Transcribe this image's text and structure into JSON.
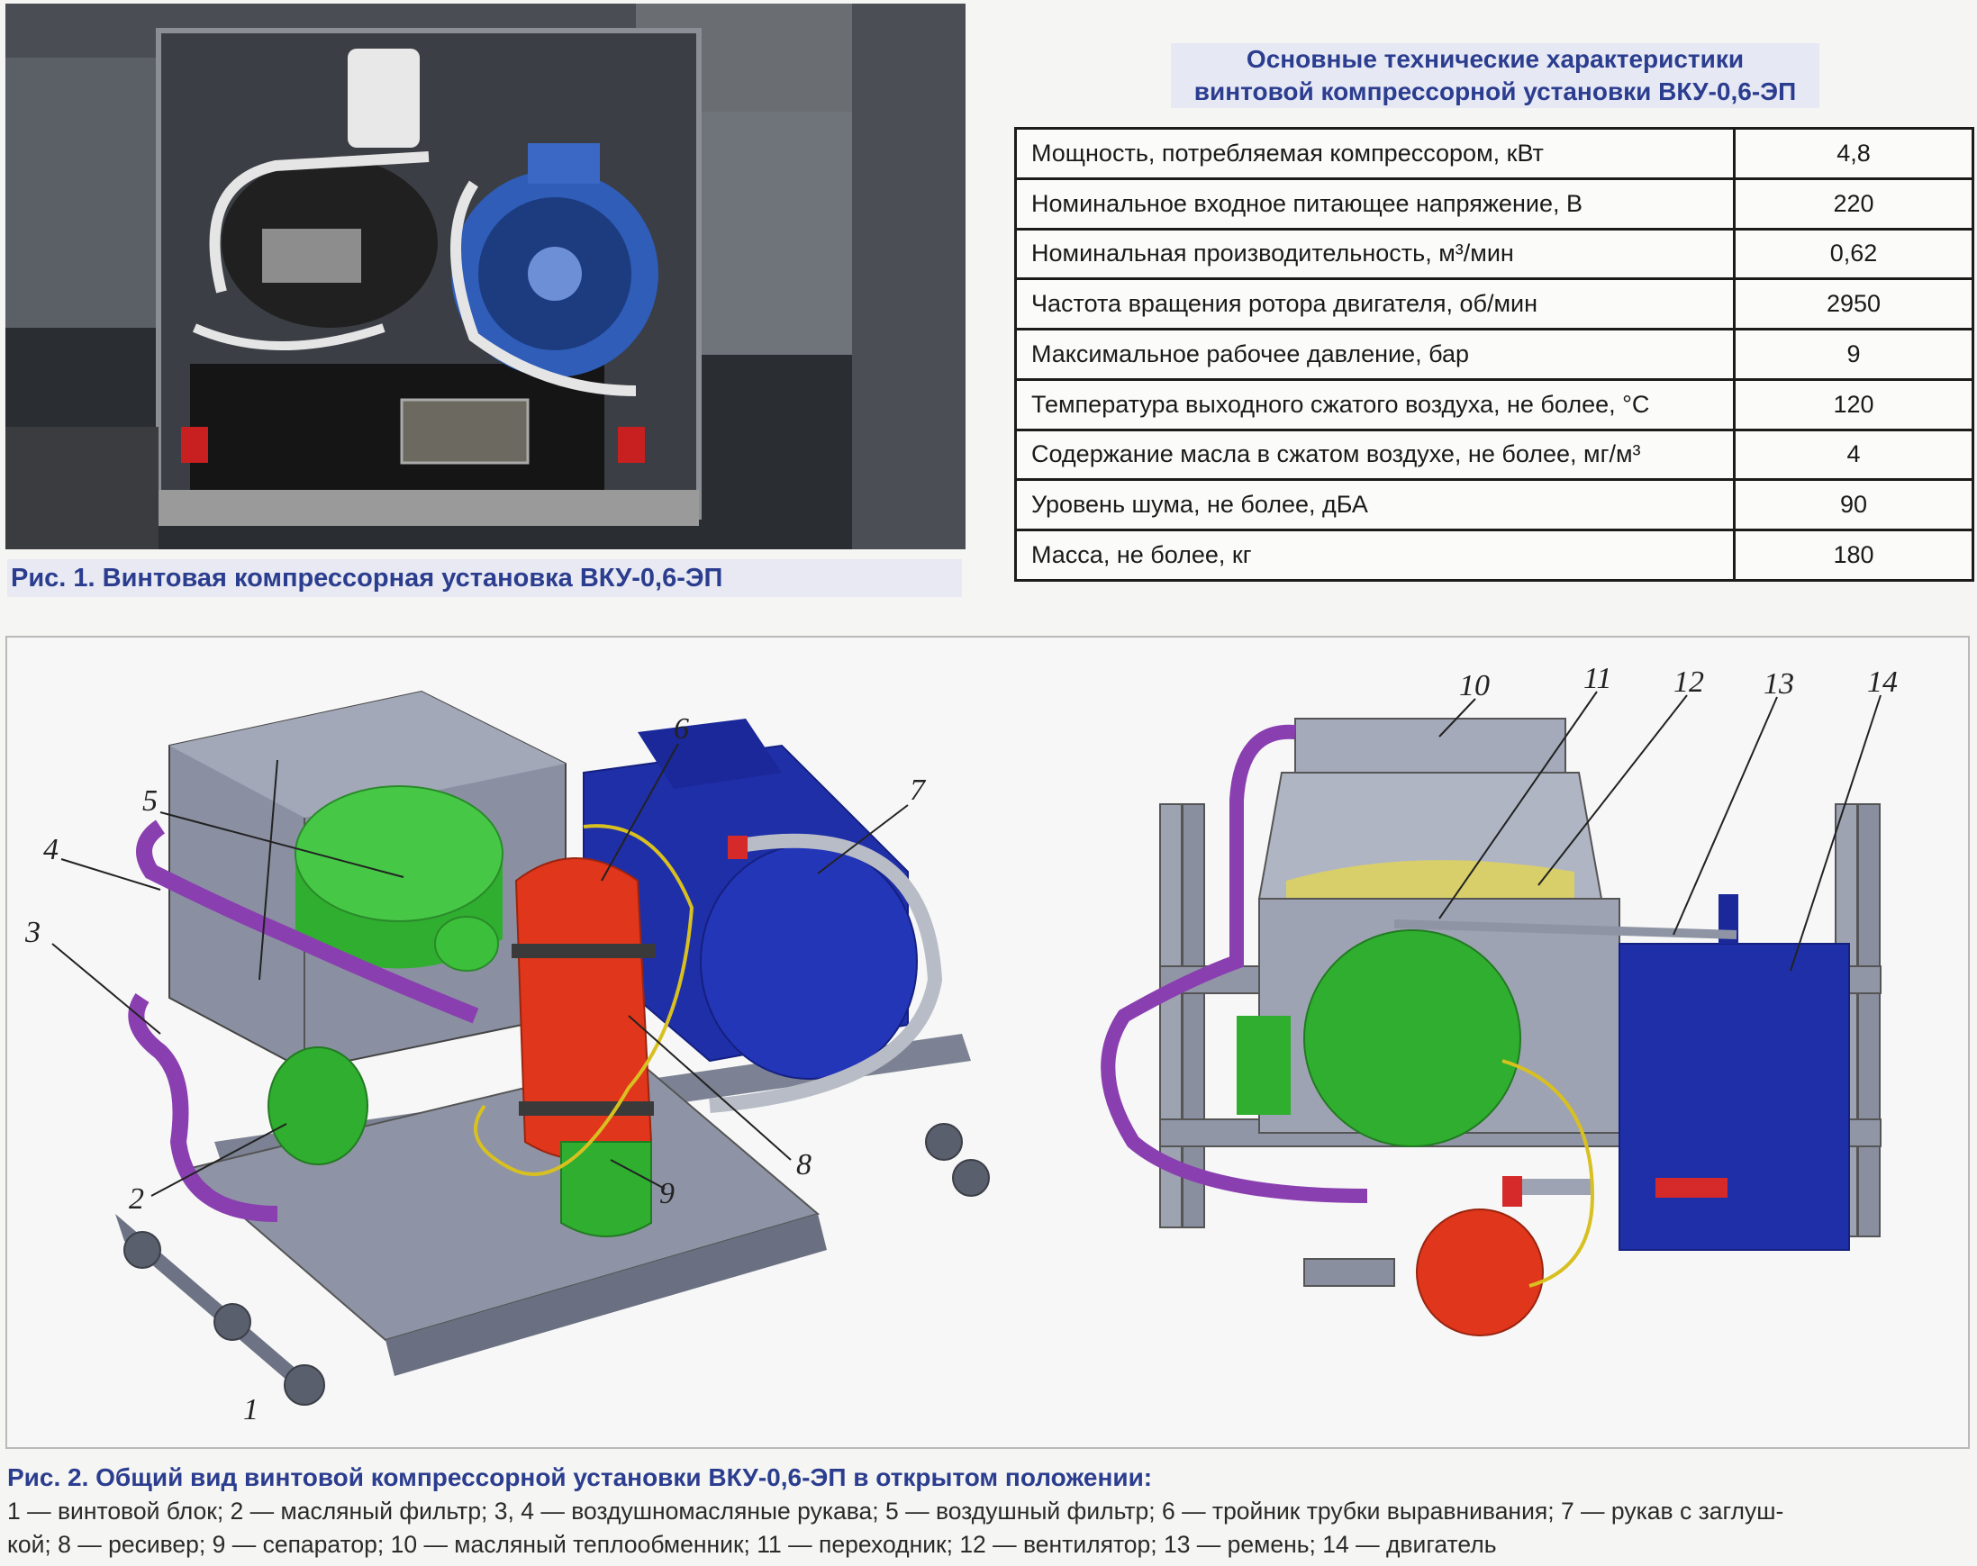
{
  "figure1": {
    "caption": "Рис. 1. Винтовая компрессорная установка ВКУ-0,6-ЭП"
  },
  "specs": {
    "title_line1": "Основные технические характеристики",
    "title_line2": "винтовой компрессорной установки ВКУ-0,6-ЭП",
    "rows": [
      {
        "label": "Мощность, потребляемая компрессором, кВт",
        "value": "4,8"
      },
      {
        "label": "Номинальное входное питающее напряжение, В",
        "value": "220"
      },
      {
        "label": "Номинальная производительность, м³/мин",
        "value": "0,62"
      },
      {
        "label": "Частота вращения ротора двигателя, об/мин",
        "value": "2950"
      },
      {
        "label": "Максимальное рабочее давление, бар",
        "value": "9"
      },
      {
        "label": "Температура выходного сжатого воздуха, не более, °С",
        "value": "120"
      },
      {
        "label": "Содержание масла в сжатом воздухе, не более, мг/м³",
        "value": "4"
      },
      {
        "label": "Уровень шума, не более, дБА",
        "value": "90"
      },
      {
        "label": "Масса, не более, кг",
        "value": "180"
      }
    ]
  },
  "figure2": {
    "callouts": [
      "1",
      "2",
      "3",
      "4",
      "5",
      "6",
      "7",
      "8",
      "9",
      "10",
      "11",
      "12",
      "13",
      "14"
    ],
    "caption": "Рис. 2. Общий вид винтовой компрессорной установки ВКУ-0,6-ЭП в открытом положении:",
    "legend_line1": "1 — винтовой блок; 2 — масляный фильтр; 3, 4 — воздушномасляные рукава; 5 — воздушный фильтр; 6 — тройник трубки выравнивания; 7 — рукав с заглуш-",
    "legend_line2": "кой; 8 — ресивер; 9 — сепаратор; 10 — масляный теплообменник; 11 — переходник; 12 — вентилятор; 13 — ремень; 14 — двигатель"
  },
  "colors": {
    "caption_blue": "#2b3d8f",
    "motor_blue": "#1f2fa8",
    "filter_green": "#2fae2f",
    "receiver_red": "#e0361b",
    "hose_purple": "#8a3fb0",
    "frame_gray": "#7f8596"
  }
}
